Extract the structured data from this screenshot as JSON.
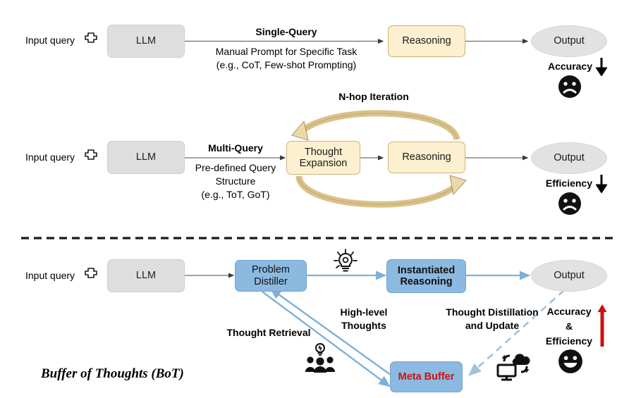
{
  "figure": {
    "caption": "Buffer of Thoughts (BoT)",
    "colors": {
      "gray_box": "#dedede",
      "cream_box": "#fdf0d0",
      "blue_box": "#8cb9e0",
      "output_ellipse": "#e2e2e2",
      "meta_buffer_text": "#cc1111",
      "up_arrow_red": "#cc1111",
      "loop_arrow_tan": "#d9c189",
      "flow_arrow_blue": "#7fb0d9"
    }
  },
  "rows": {
    "single_query": {
      "input_label": "Input query",
      "input_icon": "puzzle-piece-icon",
      "llm": "LLM",
      "edge_title": "Single-Query",
      "edge_sub_line1": "Manual Prompt for Specific Task",
      "edge_sub_line2": "(e.g., CoT, Few-shot  Prompting)",
      "reasoning": "Reasoning",
      "output": "Output",
      "metric": "Accuracy",
      "metric_trend": "down",
      "face": "sad-face-icon"
    },
    "multi_query": {
      "input_label": "Input query",
      "input_icon": "puzzle-piece-icon",
      "llm": "LLM",
      "edge_title": "Multi-Query",
      "edge_sub_line1": "Pre-defined Query",
      "edge_sub_line2": "Structure",
      "edge_sub_line3": "(e.g., ToT, GoT)",
      "loop_label": "N-hop Iteration",
      "thought_expansion_line1": "Thought",
      "thought_expansion_line2": "Expansion",
      "reasoning": "Reasoning",
      "output": "Output",
      "metric": "Efficiency",
      "metric_trend": "down",
      "face": "sad-face-icon"
    },
    "bot": {
      "input_label": "Input query",
      "input_icon": "puzzle-piece-icon",
      "llm": "LLM",
      "problem_distiller_line1": "Problem",
      "problem_distiller_line2": "Distiller",
      "instantiated_line1": "Instantiated",
      "instantiated_line2": "Reasoning",
      "meta_buffer": "Meta Buffer",
      "output": "Output",
      "label_thought_retrieval": "Thought Retrieval",
      "label_highlevel_line1": "High-level",
      "label_highlevel_line2": "Thoughts",
      "label_distillation_line1": "Thought Distillation",
      "label_distillation_line2": "and Update",
      "metric_line1": "Accuracy",
      "metric_line2": "&",
      "metric_line3": "Efficiency",
      "metric_trend": "up",
      "face": "happy-face-icon",
      "icons": {
        "idea": "lightbulb-idea-icon",
        "team": "people-idea-icon",
        "sync": "computer-cloud-sync-icon"
      }
    }
  }
}
